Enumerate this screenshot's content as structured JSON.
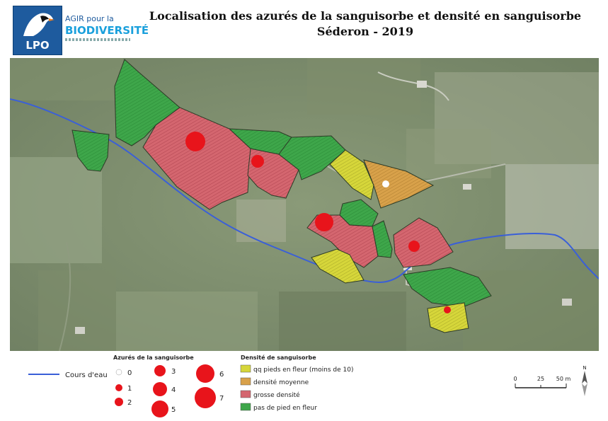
{
  "logo": {
    "org": "LPO",
    "line1": "AGIR pour la",
    "line2": "BIODIVERSITÉ",
    "colors": {
      "primary": "#1e5b9e",
      "secondary": "#1aa0dc"
    }
  },
  "title": {
    "line1": "Localisation des azurés de la sanguisorbe et densité en sanguisorbe",
    "line2": "Séderon - 2019"
  },
  "legend": {
    "water": {
      "label": "Cours d'eau",
      "color": "#3a5fd8"
    },
    "azures": {
      "heading": "Azurés de la sanguisorbe",
      "classes": [
        "0",
        "1",
        "2",
        "3",
        "4",
        "5",
        "6",
        "7"
      ],
      "marker_color": "#e8141b"
    },
    "density": {
      "heading": "Densité de sanguisorbe",
      "classes": [
        {
          "label": "qq pieds en fleur (moins de 10)",
          "color": "#d6d63a"
        },
        {
          "label": "densité moyenne",
          "color": "#d8a14a"
        },
        {
          "label": "grosse densité",
          "color": "#d4666f"
        },
        {
          "label": "pas de pied en fleur",
          "color": "#3ea64a"
        }
      ]
    },
    "scale": {
      "ticks": [
        "0",
        "25",
        "50 m"
      ],
      "unit": ""
    },
    "north": "N"
  },
  "map": {
    "parcels": [
      {
        "id": "p1",
        "density": "pas de pied en fleur"
      },
      {
        "id": "p2",
        "density": "pas de pied en fleur"
      },
      {
        "id": "p3",
        "density": "grosse densité"
      },
      {
        "id": "p4",
        "density": "grosse densité"
      },
      {
        "id": "p5",
        "density": "pas de pied en fleur"
      },
      {
        "id": "p6",
        "density": "pas de pied en fleur"
      },
      {
        "id": "p7",
        "density": "qq pieds en fleur (moins de 10)"
      },
      {
        "id": "p8",
        "density": "densité moyenne"
      },
      {
        "id": "p9",
        "density": "pas de pied en fleur"
      },
      {
        "id": "p10",
        "density": "grosse densité"
      },
      {
        "id": "p11",
        "density": "pas de pied en fleur"
      },
      {
        "id": "p12",
        "density": "grosse densité"
      },
      {
        "id": "p13",
        "density": "qq pieds en fleur (moins de 10)"
      },
      {
        "id": "p14",
        "density": "pas de pied en fleur"
      },
      {
        "id": "p15",
        "density": "qq pieds en fleur (moins de 10)"
      }
    ],
    "counts": [
      {
        "id": "c1",
        "value": 6
      },
      {
        "id": "c2",
        "value": 2
      },
      {
        "id": "c3",
        "value": 0
      },
      {
        "id": "c4",
        "value": 5
      },
      {
        "id": "c5",
        "value": 2
      },
      {
        "id": "c6",
        "value": 1
      }
    ]
  }
}
